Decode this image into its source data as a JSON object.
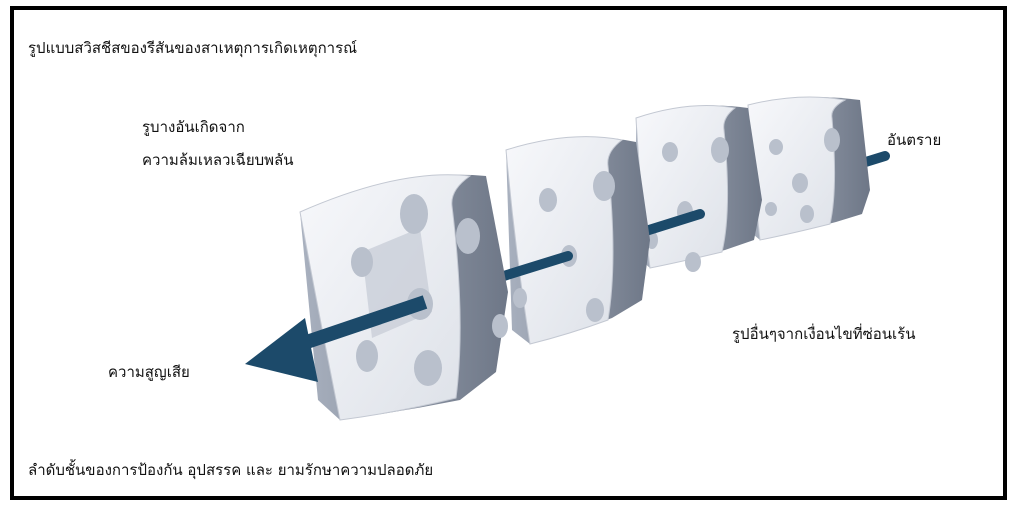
{
  "title": "รูปแบบสวิสชีสของรีสันของสาเหตุการเกิดเหตุการณ์",
  "labels": {
    "holes_line1": "รูบางอันเกิดจาก",
    "holes_line2": "ความล้มเหลวเฉียบพลัน",
    "hazard": "อันตราย",
    "latent": "รูปอื่นๆจากเงื่อนไขที่ซ่อนเร้น",
    "loss": "ความสูญเสีย",
    "layers": "ลำดับชั้นของการป้องกัน  อุปสรรค  และ  ยามรักษาความปลอดภัย"
  },
  "colors": {
    "arrow": "#1c4a6a",
    "slice_face": "#eef0f4",
    "slice_edge": "#9aa3b3",
    "slice_side": "#7f8898",
    "hole": "#b9c0cc"
  }
}
